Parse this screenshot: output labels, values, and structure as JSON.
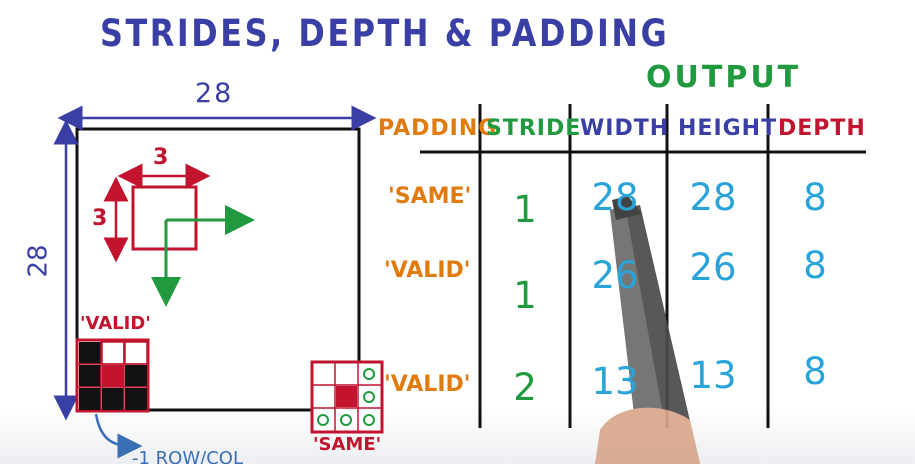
{
  "title": "STRIDES, DEPTH & PADDING",
  "input_diagram": {
    "width_label": "28",
    "height_label": "28",
    "filter_width_label": "3",
    "filter_height_label": "3",
    "valid_example_label": "'VALID'",
    "same_example_label": "'SAME'",
    "valid_note": "-1 ROW/COL"
  },
  "table": {
    "group_header": "OUTPUT",
    "columns": [
      "PADDING",
      "STRIDE",
      "WIDTH",
      "HEIGHT",
      "DEPTH"
    ],
    "rows": [
      {
        "padding": "'SAME'",
        "stride": "1",
        "width": "28",
        "height": "28",
        "depth": "8"
      },
      {
        "padding": "'VALID'",
        "stride": "1",
        "width": "26",
        "height": "26",
        "depth": "8"
      },
      {
        "padding": "'VALID'",
        "stride": "2",
        "width": "13",
        "height": "13",
        "depth": "8"
      }
    ]
  },
  "colors": {
    "ink_blue": "#3a3fa6",
    "ink_red": "#c2132f",
    "ink_green": "#219a3f",
    "ink_orange": "#e07b0f",
    "ink_cyan": "#2aa4d8",
    "ink_black": "#111111"
  }
}
